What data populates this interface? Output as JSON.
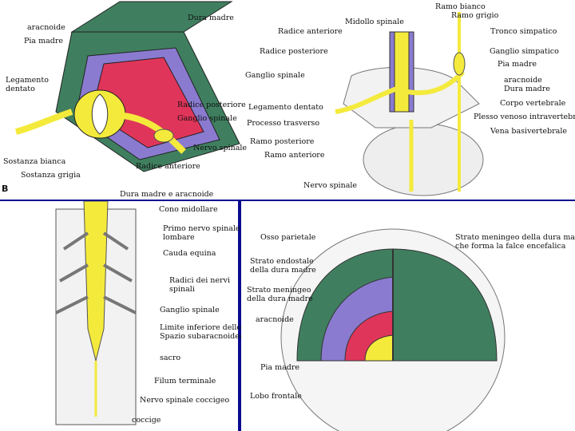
{
  "colors": {
    "background": "#0b0b8f",
    "dura": "#3f7f5f",
    "arachnoid": "#8a7bd0",
    "pia": "#e0355a",
    "nerve": "#f4ea3c",
    "bone": "#eeeeee"
  },
  "panel_top": {
    "letter": "B",
    "left_labels": {
      "dura_madre": "Dura madre",
      "aracnoide": "aracnoide",
      "pia_madre": "Pia madre",
      "legamento_dentato": "Legamento\ndentato",
      "radice_anteriore_top": "Radice anteriore",
      "radice_posteriore_top": "Radice posteriore",
      "ganglio_spinale_top": "Ganglio spinale",
      "radice_posteriore": "Radice posteriore",
      "ganglio_spinale": "Ganglio spinale",
      "nervo_spinale": "Nervo spinale",
      "sostanza_bianca": "Sostanza bianca",
      "radice_anteriore": "Radice anteriore",
      "sostanza_grigia": "Sostanza grigia"
    },
    "right_labels": {
      "midollo_spinale": "Midollo spinale",
      "ramo_bianco": "Ramo bianco",
      "ramo_grigio": "Ramo grigio",
      "tronco_simpatico": "Tronco simpatico",
      "ganglio_simpatico": "Ganglio simpatico",
      "pia_madre": "Pia madre",
      "aracnoide_dura": "aracnoide\nDura madre",
      "corpo_vertebrale": "Corpo vertebrale",
      "legamento_dentato": "Legamento dentato",
      "plesso_venoso": "Plesso venoso intravertebrale",
      "processo_trasverso": "Processo trasverso",
      "vena_basivertebrale": "Vena basivertebrale",
      "ramo_posteriore": "Ramo posteriore",
      "ramo_anteriore": "Ramo anteriore",
      "nervo_spinale": "Nervo spinale"
    }
  },
  "panel_bottom_left": {
    "labels": {
      "dura_aracnoide": "Dura madre e aracnoide",
      "cono_midollare": "Cono midollare",
      "primo_nervo": "Primo nervo spinale\nlombare",
      "cauda_equina": "Cauda equina",
      "radici_nervi": "Radici dei nervi\nspinali",
      "ganglio_spinale": "Ganglio spinale",
      "limite_inferiore": "Limite inferiore dello\nSpazio subaracnoideale",
      "sacro": "sacro",
      "filum_terminale": "Filum terminale",
      "nervo_coccigeo": "Nervo spinale coccigeo",
      "coccige": "coccige"
    }
  },
  "panel_bottom_right": {
    "labels": {
      "osso_parietale": "Osso parietale",
      "strato_meningeo_falce": "Strato meningeo della dura madre\nche forma la falce encefalica",
      "strato_endostale": "Strato endostale\ndella dura madre",
      "strato_meningeo": "Strato meningeo\ndella dura madre",
      "aracnoide": "aracnoide",
      "pia_madre": "Pia madre",
      "lobo_frontale": "Lobo frontale"
    }
  }
}
